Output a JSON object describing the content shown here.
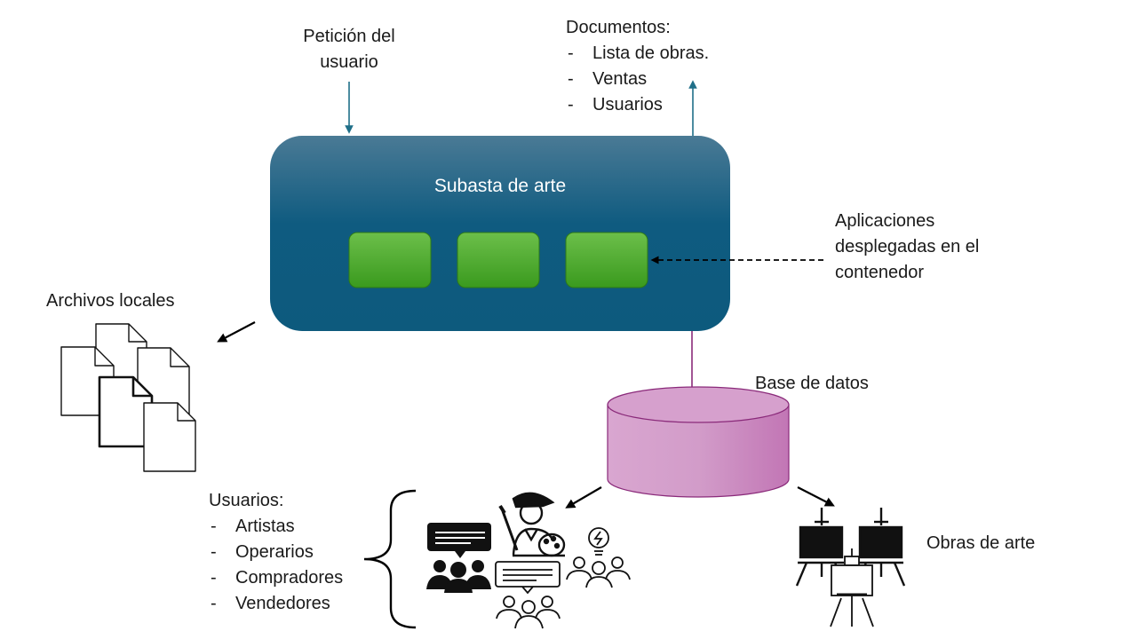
{
  "user_request": {
    "label_line1": "Petición del",
    "label_line2": "usuario"
  },
  "documents": {
    "title": "Documentos:",
    "items": [
      "Lista de obras.",
      "Ventas",
      "Usuarios"
    ]
  },
  "container": {
    "title": "Subasta de arte",
    "apps_count": 3,
    "colors": {
      "top": "#4a7a95",
      "bottom": "#0d5a7d",
      "app_top": "#6cbf4a",
      "app_bottom": "#3a9a1e"
    }
  },
  "apps_label": {
    "line1": "Aplicaciones",
    "line2": "desplegadas en el",
    "line3": "contenedor"
  },
  "local_files": {
    "label": "Archivos locales"
  },
  "database": {
    "label": "Base de datos",
    "colors": {
      "fill": "#d9a6d0",
      "edge": "#8a2a7a"
    }
  },
  "users": {
    "title": "Usuarios:",
    "items": [
      "Artistas",
      "Operarios",
      "Compradores",
      "Vendedores"
    ]
  },
  "artworks": {
    "label": "Obras de arte"
  },
  "icons": [
    "document-icon",
    "artist-icon",
    "chat-group-icon",
    "idea-group-icon",
    "easel-icon"
  ]
}
